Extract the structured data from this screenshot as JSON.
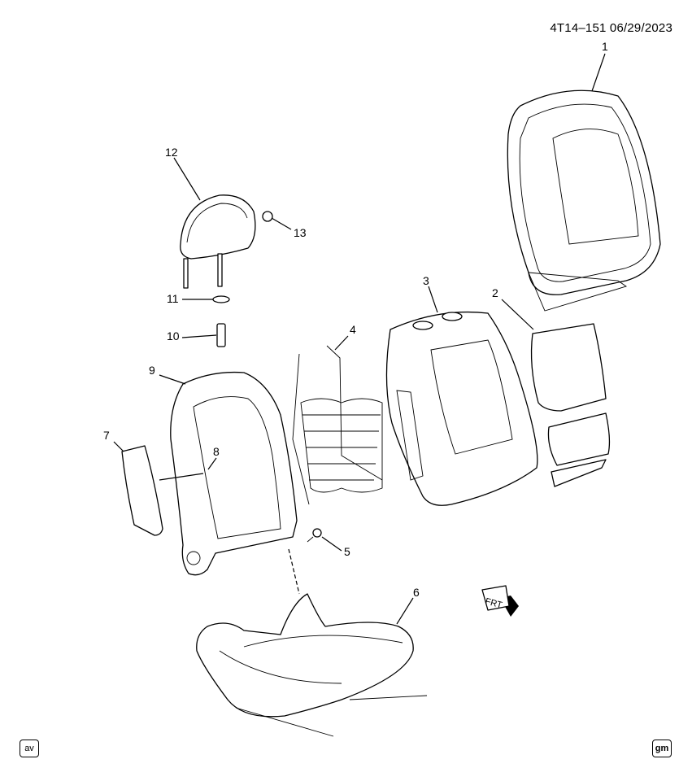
{
  "header": {
    "text": "4T14–151  06/29/2023"
  },
  "callouts": [
    "1",
    "2",
    "3",
    "4",
    "5",
    "6",
    "7",
    "8",
    "9",
    "10",
    "11",
    "12",
    "13"
  ],
  "front_marker": {
    "text": "FRT"
  },
  "corner_icons": {
    "left": "av",
    "right": "gm"
  }
}
